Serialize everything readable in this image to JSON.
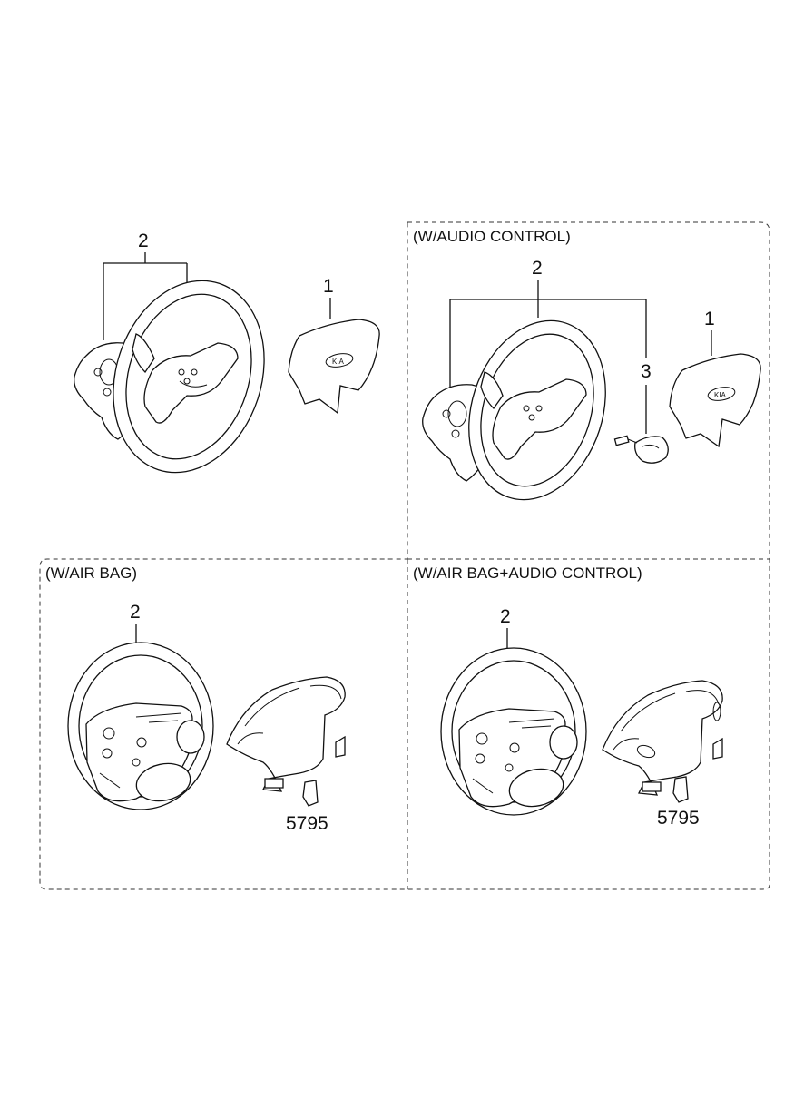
{
  "sections": {
    "top_left": {
      "title": "",
      "callouts": [
        "2",
        "1"
      ]
    },
    "top_right": {
      "title": "(W/AUDIO CONTROL)",
      "callouts": [
        "2",
        "3",
        "1"
      ]
    },
    "bottom_left": {
      "title": "(W/AIR BAG)",
      "callouts": [
        "2",
        "5795"
      ]
    },
    "bottom_right": {
      "title": "(W/AIR BAG+AUDIO CONTROL)",
      "callouts": [
        "2",
        "5795"
      ]
    }
  },
  "logo_text": "KIA",
  "colors": {
    "line": "#111111",
    "background": "#ffffff",
    "frame": "#333333"
  }
}
